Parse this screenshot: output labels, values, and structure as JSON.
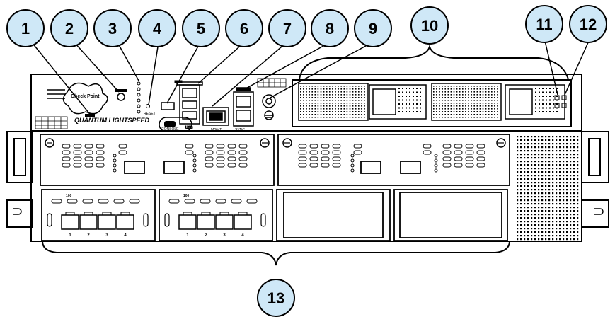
{
  "callouts": [
    "1",
    "2",
    "3",
    "4",
    "5",
    "6",
    "7",
    "8",
    "9",
    "10",
    "11",
    "12",
    "13"
  ],
  "device": {
    "brand": "Check Point",
    "model": "QUANTUM LIGHTSPEED",
    "label_console": "CONSOLE",
    "label_mgmt": "MGMT",
    "label_sync": "SYNC",
    "label_usb": "USB",
    "label_reset": "RESET"
  },
  "port_numbers": [
    "1",
    "2",
    "3",
    "4"
  ],
  "card_label": "100"
}
